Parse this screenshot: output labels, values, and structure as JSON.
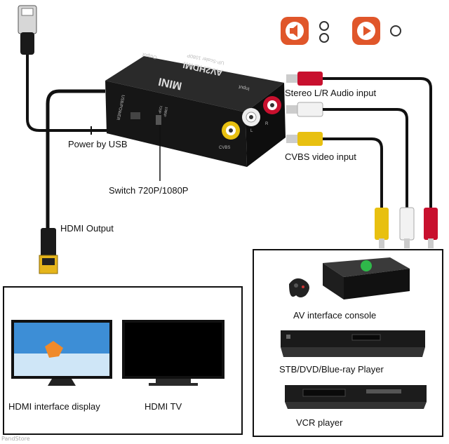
{
  "device": {
    "brand_label": "MINI",
    "model_label": "AV2HDMI",
    "subtitle_label": "UP-Scaler 1080P",
    "output_label": "Output",
    "input_label": "Input",
    "usb_power_label": "USB/POWER",
    "switch_720_label": "720P",
    "switch_1080_label": "1080P",
    "cvbs_label": "CVBS",
    "left_label": "L",
    "right_label": "R"
  },
  "callouts": {
    "stereo_audio": "Stereo L/R Audio input",
    "cvbs_video": "CVBS video input",
    "power_usb": "Power by USB",
    "switch": "Switch 720P/1080P",
    "hdmi_output": "HDMI Output"
  },
  "sources": {
    "console": "AV interface console",
    "player": "STB/DVD/Blue-ray Player",
    "vcr": "VCR player"
  },
  "displays": {
    "display": "HDMI interface display",
    "tv": "HDMI TV"
  },
  "colors": {
    "red": "#c8102e",
    "white": "#f2f2f2",
    "yellow": "#e8c010",
    "accent_orange": "#e0562a"
  },
  "icons": [
    "speaker-icon",
    "play-icon",
    "speaker-dot-icon",
    "play-dot-icon"
  ],
  "watermark": "PandStore"
}
